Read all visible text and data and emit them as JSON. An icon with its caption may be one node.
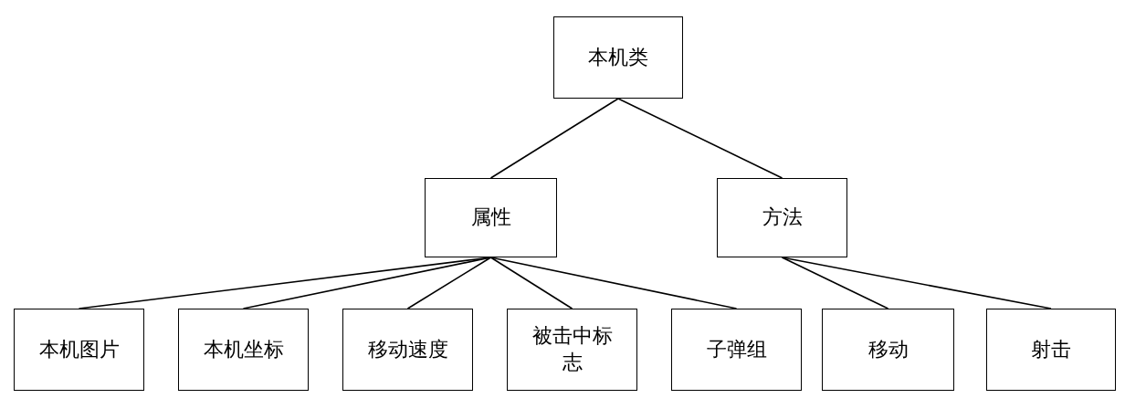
{
  "diagram": {
    "nodes": [
      {
        "text": [
          "本机类"
        ]
      },
      {
        "text": [
          "属性"
        ]
      },
      {
        "text": [
          "方法"
        ]
      },
      {
        "text": [
          "本机图片"
        ]
      },
      {
        "text": [
          "本机坐标"
        ]
      },
      {
        "text": [
          "移动速度"
        ]
      },
      {
        "text": [
          "被击中标志"
        ]
      },
      {
        "text": [
          "子弹组"
        ]
      },
      {
        "text": [
          "移动"
        ]
      },
      {
        "text": [
          "射击"
        ]
      }
    ],
    "edges": [
      {
        "from": 0,
        "to": 1,
        "arrow": "none"
      },
      {
        "from": 0,
        "to": 2,
        "arrow": "none"
      },
      {
        "from": 1,
        "to": 3,
        "arrow": "none"
      },
      {
        "from": 1,
        "to": 4,
        "arrow": "none"
      },
      {
        "from": 1,
        "to": 5,
        "arrow": "none"
      },
      {
        "from": 1,
        "to": 6,
        "arrow": "none"
      },
      {
        "from": 1,
        "to": 7,
        "arrow": "none"
      },
      {
        "from": 2,
        "to": 8,
        "arrow": "none"
      },
      {
        "from": 2,
        "to": 9,
        "arrow": "none"
      }
    ]
  }
}
